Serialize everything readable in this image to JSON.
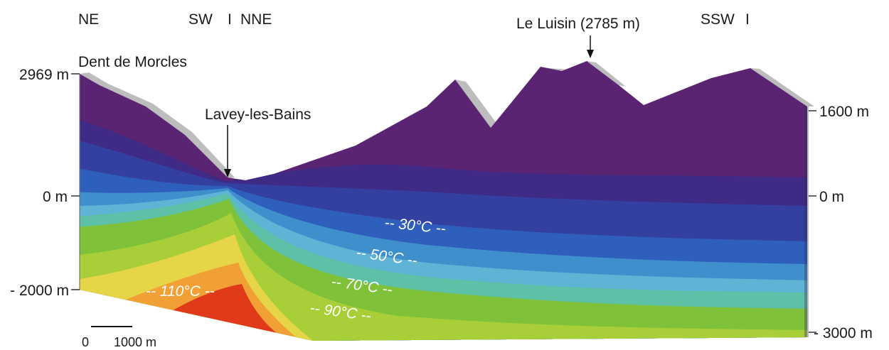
{
  "orientation": {
    "left": "NE",
    "middle_left": "SW",
    "middle_sep": "I",
    "middle_right": "NNE",
    "right": "SSW",
    "right_sep": "I"
  },
  "peaks": {
    "dent_de_morcles": "Dent de Morcles",
    "le_luisin": "Le Luisin (2785 m)",
    "lavey": "Lavey-les-Bains"
  },
  "elevation_left": {
    "top": "2969 m",
    "zero": "0 m",
    "bottom": "- 2000 m"
  },
  "elevation_right": {
    "top": "1600 m",
    "zero": "0 m",
    "bottom": "- 3000 m"
  },
  "isotherms": {
    "t30": "-- 30°C --",
    "t50": "-- 50°C --",
    "t70": "-- 70°C --",
    "t90": "-- 90°C --",
    "t110": "-- 110°C --"
  },
  "scale_bar": {
    "start": "0",
    "end": "1000 m"
  },
  "colors": {
    "purple": "#5a2473",
    "indigo": "#3a2f8f",
    "blue": "#2f4fb0",
    "mid_blue": "#2f7fc8",
    "light_blue": "#5fb0d8",
    "teal": "#55bfa8",
    "green": "#7dc23a",
    "lime": "#b6d43a",
    "yellow": "#ecd84a",
    "orange": "#f09030",
    "red": "#e03018",
    "terrain_shadow": "#bdbdbd"
  }
}
